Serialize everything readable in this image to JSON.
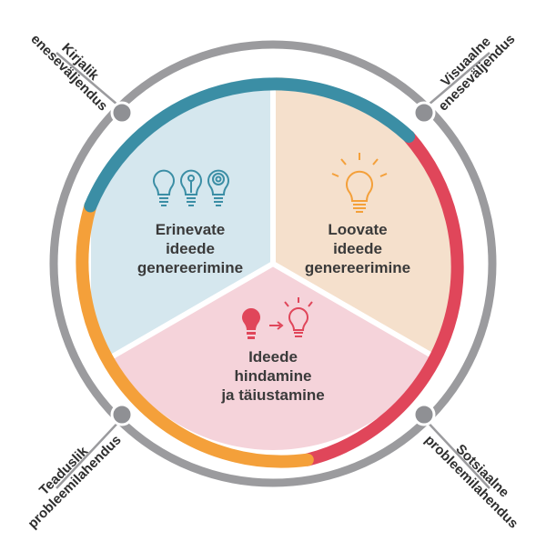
{
  "colors": {
    "outer_ring": "#9b9b9e",
    "arc_teal": "#3b8ea5",
    "arc_red": "#e0465a",
    "arc_orange": "#f4a03a",
    "segment_blue": "#d5e7ee",
    "segment_peach": "#f5e0cc",
    "segment_pink": "#f5d3da",
    "icon_teal": "#3b8ea5",
    "icon_orange": "#f4a03a",
    "icon_red": "#e0465a"
  },
  "segments": [
    {
      "id": "erinevate",
      "lines": [
        "Erinevate",
        "ideede",
        "genereerimine"
      ],
      "icon": "three-lightbulbs-icon"
    },
    {
      "id": "loovate",
      "lines": [
        "Loovate",
        "ideede",
        "genereerimine"
      ],
      "icon": "shining-lightbulb-icon"
    },
    {
      "id": "hindamine",
      "lines": [
        "Ideede",
        "hindamine",
        "ja täiustamine"
      ],
      "icon": "bulb-to-shining-bulb-icon"
    }
  ],
  "corners": [
    {
      "id": "kirjalik",
      "lines": [
        "Kirjalik",
        "eneseväljendus"
      ]
    },
    {
      "id": "visuaalne",
      "lines": [
        "Visuaalne",
        "eneseväljendus"
      ]
    },
    {
      "id": "teaduslik",
      "lines": [
        "Teaduslik",
        "probleemilahendus"
      ]
    },
    {
      "id": "sotsiaalne",
      "lines": [
        "Sotsiaalne",
        "probleemilahendus"
      ]
    }
  ]
}
